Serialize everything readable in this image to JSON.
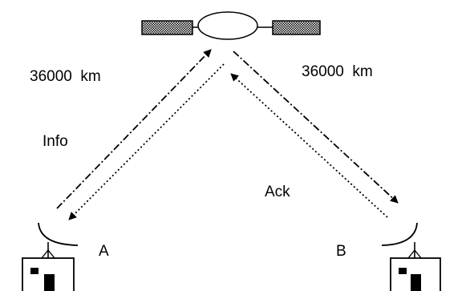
{
  "labels": {
    "left_distance": "36000  km",
    "right_distance": "36000  km",
    "info": "Info",
    "ack": "Ack",
    "station_a": "A",
    "station_b": "B"
  },
  "colors": {
    "ink": "#000000",
    "background": "#ffffff"
  },
  "icons": {
    "satellite": "satellite-icon",
    "dish_a": "dish-antenna-icon",
    "dish_b": "dish-antenna-icon",
    "station_a": "ground-station-icon",
    "station_b": "ground-station-icon"
  }
}
